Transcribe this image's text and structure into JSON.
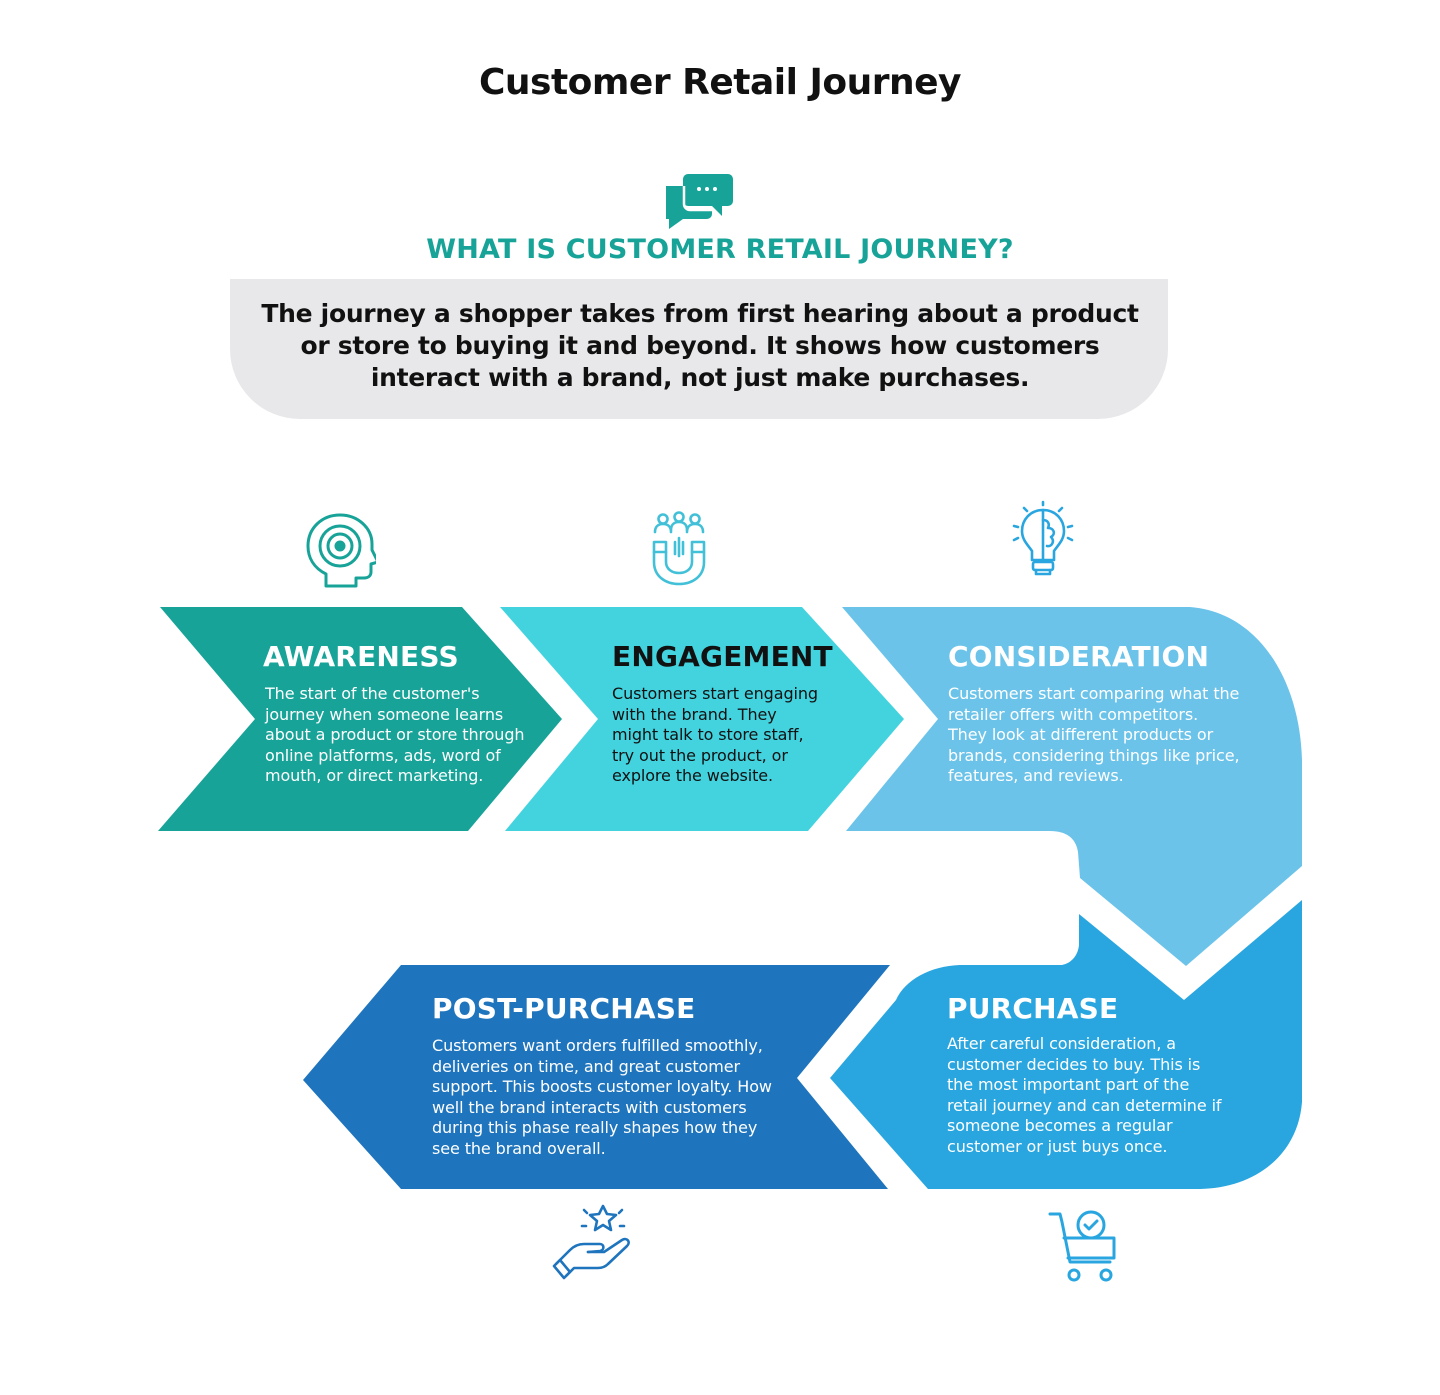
{
  "page": {
    "title": "Customer Retail Journey"
  },
  "intro": {
    "heading": "WHAT IS CUSTOMER RETAIL JOURNEY?",
    "icon": "chat-bubbles-icon",
    "definition": "The journey a shopper takes from first hearing about a product or store to buying it and beyond. It shows how customers interact with a brand, not just make purchases."
  },
  "colors": {
    "teal": "#17a398",
    "engagement": "#42d3df",
    "consideration": "#6cc3ea",
    "purchase": "#29a6e0",
    "post_purchase": "#1e74bd",
    "box_gray": "#e8e8ea"
  },
  "stages": [
    {
      "title": "AWARENESS",
      "description": "The start of the customer's journey when someone learns about a product or store through online platforms, ads, word of mouth, or direct marketing.",
      "icon": "head-target-icon"
    },
    {
      "title": "ENGAGEMENT",
      "description": "Customers start engaging with the brand. They might talk to store staff, try out the product, or explore the website.",
      "icon": "magnet-people-icon"
    },
    {
      "title": "CONSIDERATION",
      "description": "Customers start comparing what the retailer offers with competitors. They look at different products or brands, considering things like price, features, and reviews.",
      "icon": "lightbulb-brain-icon"
    },
    {
      "title": "PURCHASE",
      "description": "After careful consideration, a customer decides to buy. This is the most important part of the retail journey and can determine if someone becomes a regular customer or just buys once.",
      "icon": "cart-check-icon"
    },
    {
      "title": "POST-PURCHASE",
      "description": "Customers want orders fulfilled smoothly, deliveries on time, and great customer support. This boosts customer loyalty. How well the brand interacts with customers during this phase really shapes how they see the brand overall.",
      "icon": "hand-star-icon"
    }
  ]
}
